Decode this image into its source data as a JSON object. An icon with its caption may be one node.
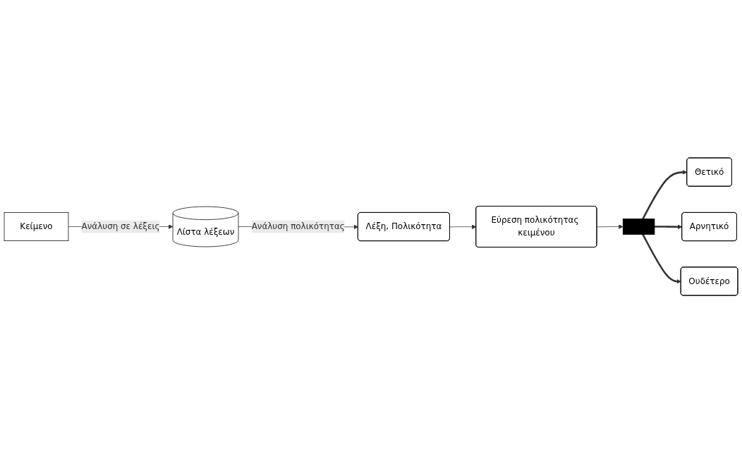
{
  "diagram": {
    "nodes": [
      {
        "text": [
          "Κείμενο"
        ]
      },
      {
        "text": [
          "Λίστα λέξεων"
        ]
      },
      {
        "text": [
          "Λέξη, Πολικότητα"
        ]
      },
      {
        "text": [
          "Εύρεση πολικότητας κειμένου"
        ]
      },
      {
        "text": [],
        "shape": "bar"
      },
      {
        "text": [
          "Θετικό"
        ]
      },
      {
        "text": [
          "Αρνητικό"
        ]
      },
      {
        "text": [
          "Ουδέτερο"
        ]
      }
    ],
    "edges": [
      {
        "from": 0,
        "to": 1,
        "arrow": "to",
        "label": "Ανάλυση σε λέξεις"
      },
      {
        "from": 1,
        "to": 2,
        "arrow": "to",
        "label": "Ανάλυση πολικότητας"
      },
      {
        "from": 2,
        "to": 3,
        "arrow": "to"
      },
      {
        "from": 3,
        "to": 4,
        "arrow": "to"
      },
      {
        "from": 4,
        "to": 5,
        "arrow": "to",
        "style": "thick"
      },
      {
        "from": 4,
        "to": 6,
        "arrow": "to",
        "style": "thick"
      },
      {
        "from": 4,
        "to": 7,
        "arrow": "to",
        "style": "thick"
      }
    ]
  }
}
